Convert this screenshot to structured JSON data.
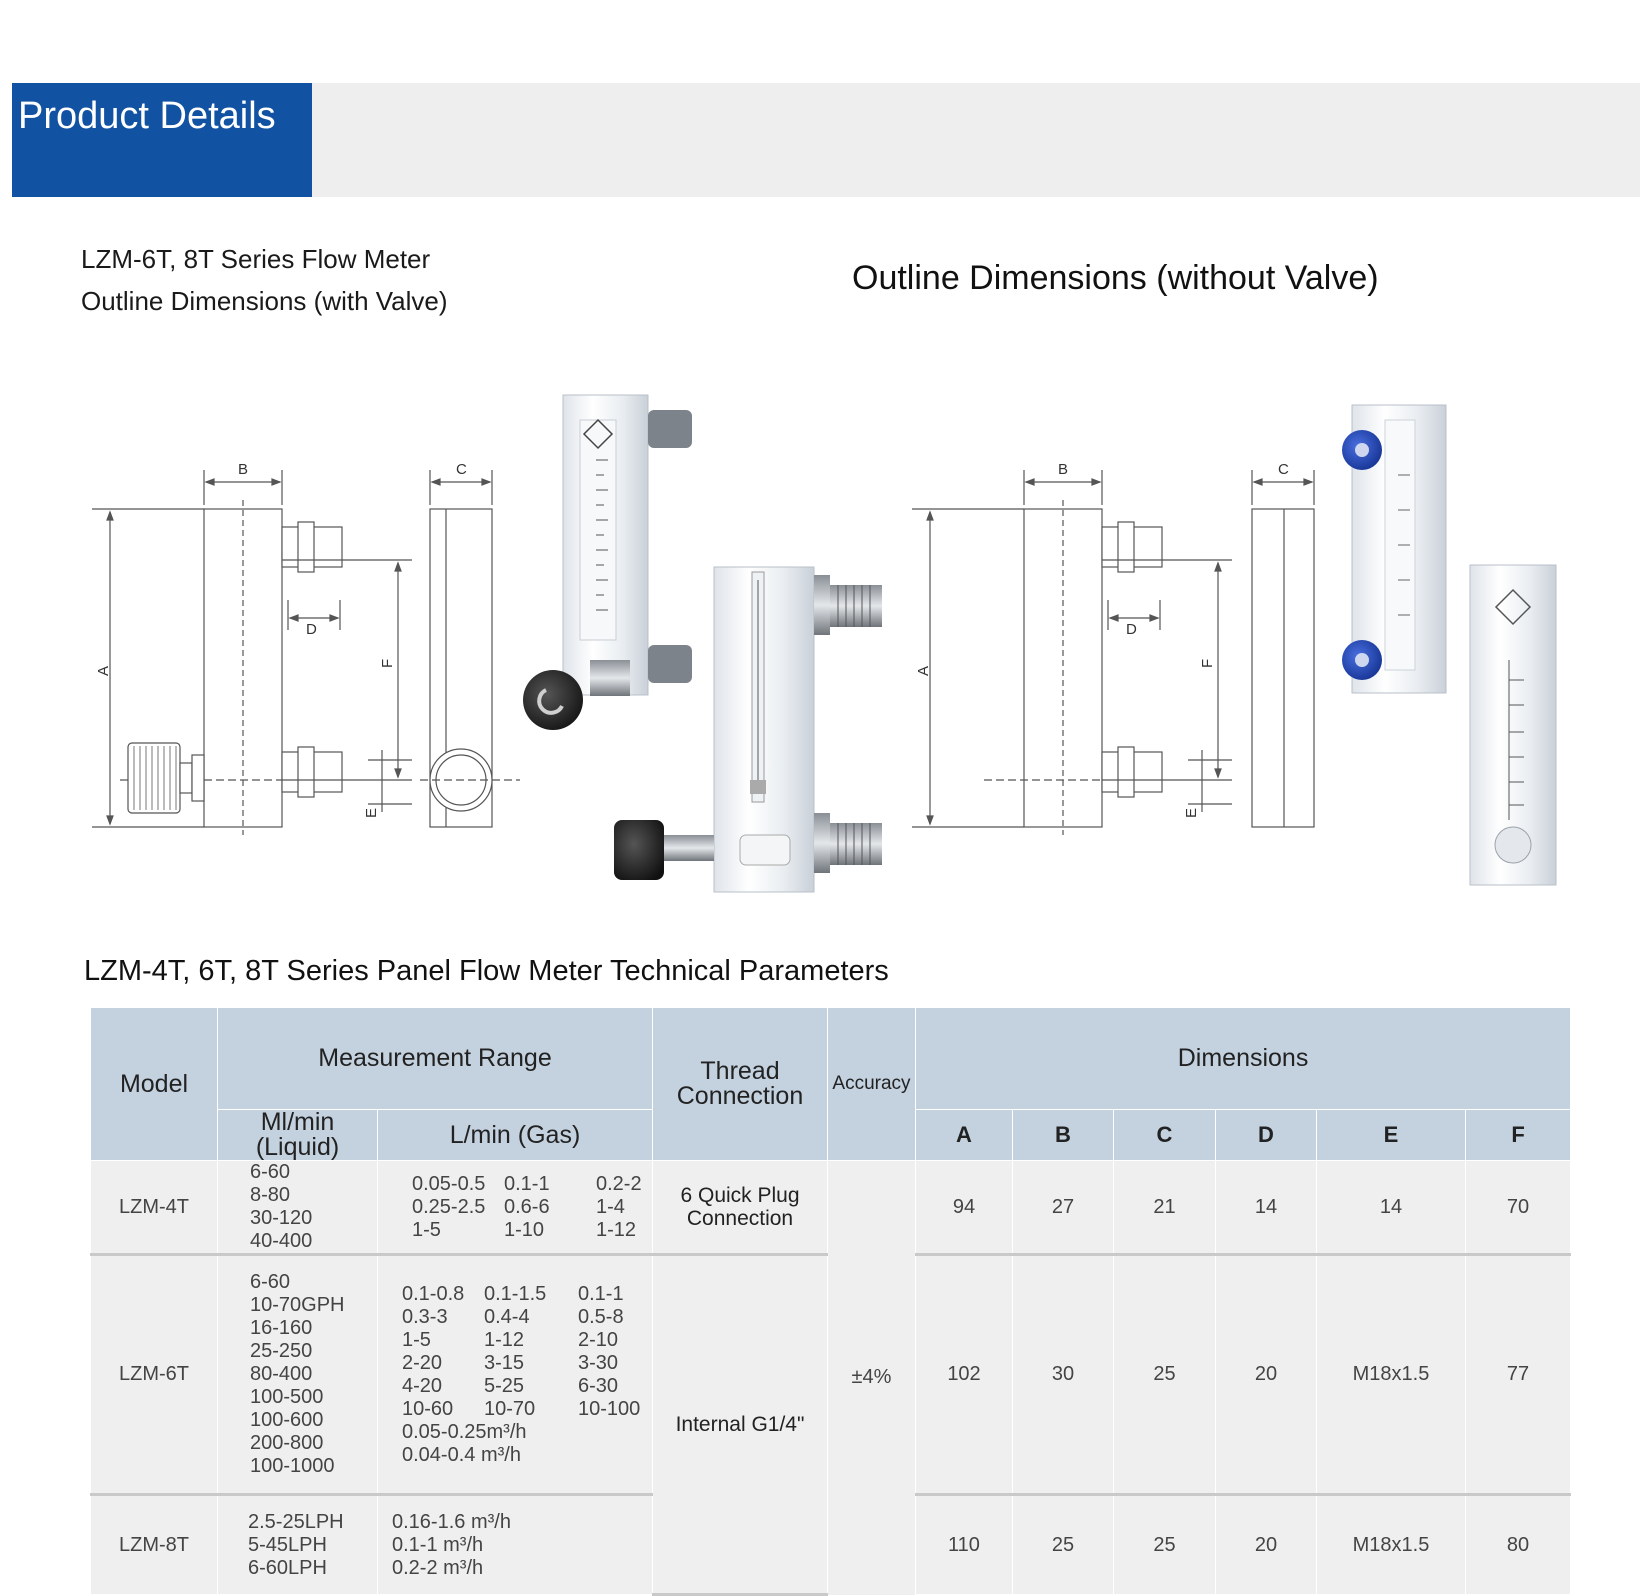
{
  "header": {
    "title": "Product Details"
  },
  "captions": {
    "left_line1": "LZM-6T, 8T Series Flow Meter",
    "left_line2": "Outline Dimensions (with Valve)",
    "right": "Outline Dimensions (without Valve)"
  },
  "drawing_labels": {
    "a": "A",
    "b": "B",
    "c": "C",
    "d": "D",
    "e": "E",
    "f": "F"
  },
  "table": {
    "title": "LZM-4T, 6T, 8T Series Panel Flow Meter Technical Parameters",
    "headers": {
      "model": "Model",
      "measurement_range": "Measurement Range",
      "ml_line1": "Ml/min",
      "ml_line2": "(Liquid)",
      "gas": "L/min (Gas)",
      "thread_line1": "Thread",
      "thread_line2": "Connection",
      "accuracy": "Accuracy",
      "dimensions": "Dimensions",
      "dims": [
        "A",
        "B",
        "C",
        "D",
        "E",
        "F"
      ]
    },
    "rows": [
      {
        "model": "LZM-4T",
        "liquid": [
          "6-60",
          "8-80",
          "30-120",
          "40-400"
        ],
        "gas": [
          [
            "0.05-0.5",
            "0.1-1",
            "0.2-2"
          ],
          [
            "0.25-2.5",
            "0.6-6",
            "1-4"
          ],
          [
            "1-5",
            "1-10",
            "1-12"
          ]
        ],
        "gas_extra": [],
        "thread": [
          "6 Quick Plug",
          "Connection"
        ],
        "dims": [
          "94",
          "27",
          "21",
          "14",
          "14",
          "70"
        ]
      },
      {
        "model": "LZM-6T",
        "liquid": [
          "6-60",
          "10-70GPH",
          "16-160",
          "25-250",
          "80-400",
          "100-500",
          "100-600",
          "200-800",
          "100-1000"
        ],
        "gas": [
          [
            "0.1-0.8",
            "0.1-1.5",
            "0.1-1"
          ],
          [
            "0.3-3",
            "0.4-4",
            "0.5-8"
          ],
          [
            "1-5",
            "1-12",
            "2-10"
          ],
          [
            "2-20",
            "3-15",
            "3-30"
          ],
          [
            "4-20",
            "5-25",
            "6-30"
          ],
          [
            "10-60",
            "10-70",
            "10-100"
          ]
        ],
        "gas_extra": [
          "0.05-0.25m³/h",
          "0.04-0.4 m³/h"
        ],
        "dims": [
          "102",
          "30",
          "25",
          "20",
          "M18x1.5",
          "77"
        ]
      },
      {
        "model": "LZM-8T",
        "liquid": [
          "2.5-25LPH",
          "5-45LPH",
          "6-60LPH"
        ],
        "gas": [],
        "gas_extra": [
          "0.16-1.6 m³/h",
          "0.1-1 m³/h",
          "0.2-2 m³/h"
        ],
        "dims": [
          "110",
          "25",
          "25",
          "20",
          "M18x1.5",
          "80"
        ]
      }
    ],
    "thread_shared": "Internal G1/4\"",
    "accuracy_value": "±4%"
  },
  "colors": {
    "header_blue": "#1152a2",
    "header_gray": "#eeeeee",
    "table_header": "#c4d2e0",
    "table_body": "#efefef"
  }
}
